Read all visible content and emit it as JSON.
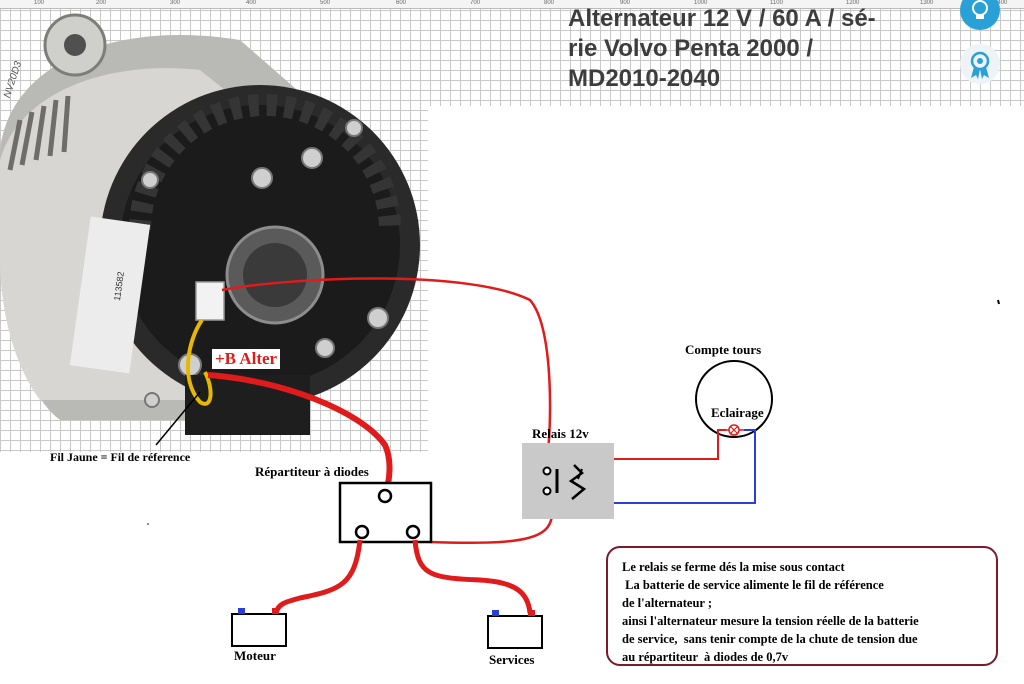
{
  "page": {
    "title_lines": [
      "Alternateur 12 V / 60 A / sé-",
      "rie Volvo Penta 2000 /",
      "MD2010-2040"
    ],
    "ruler_ticks": [
      "100",
      "200",
      "300",
      "400",
      "500",
      "600",
      "700",
      "800",
      "900",
      "1000",
      "1100",
      "1200",
      "1300",
      "1400"
    ]
  },
  "icons": {
    "top": "lightbulb-badge-icon",
    "bottom": "award-ribbon-icon",
    "accent": "#2aa1d6"
  },
  "diagram": {
    "alternator_label": "+B Alter",
    "yellow_wire_label": "Fil Jaune = Fil de réference",
    "splitter_label": "Répartiteur à diodes",
    "relay_label": "Relais 12v",
    "tachometer_label": "Compte tours",
    "lighting_label": "Eclairage",
    "engine_battery_label": "Moteur",
    "service_battery_label": "Services",
    "alternator_part_code": "NV20D3",
    "alternator_serial": "113582"
  },
  "note": {
    "lines": [
      "Le relais se ferme dés la mise sous contact",
      " La batterie de service alimente le fil de référence",
      "de l'alternateur ;",
      "ainsi l'alternateur mesure la tension réelle de la batterie",
      "de service,  sans tenir compte de la chute de tension due",
      "au répartiteur  à diodes de 0,7v"
    ]
  },
  "colors": {
    "wire_red": "#e01b1b",
    "wire_blue": "#2a3fd8",
    "note_border": "#7a1a2a"
  }
}
